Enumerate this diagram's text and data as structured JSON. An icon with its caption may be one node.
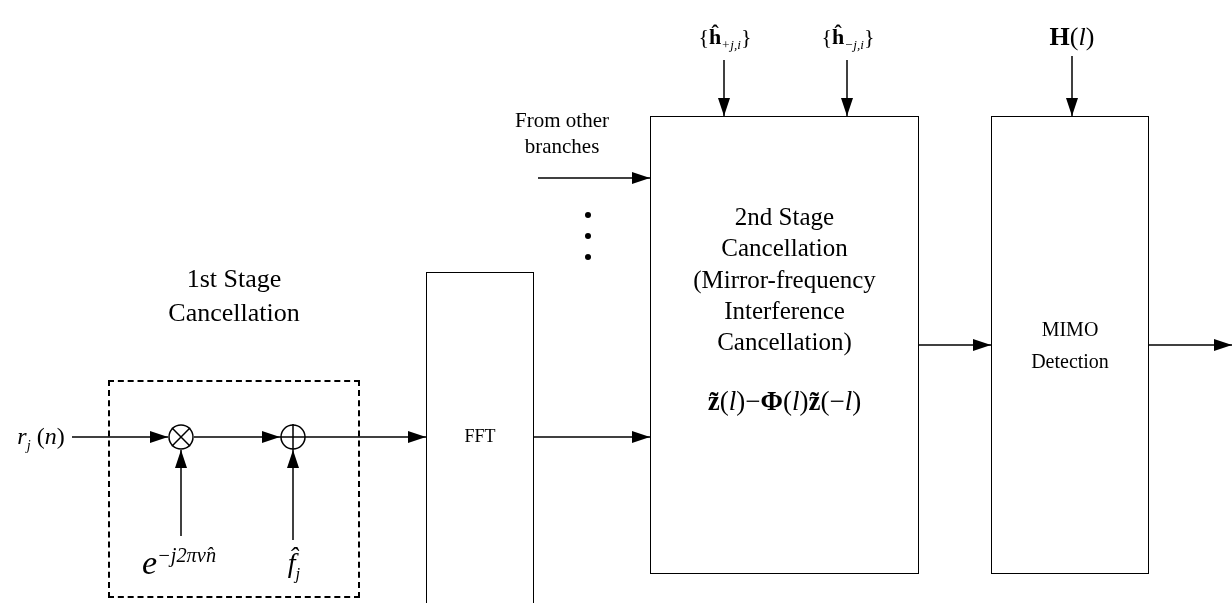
{
  "diagram": {
    "nodes": [
      {
        "text": [
          "1st Stage Cancellation"
        ]
      },
      {
        "text": [],
        "shape": "circle",
        "in": 0
      },
      {
        "text": [],
        "shape": "circle",
        "in": 0
      },
      {
        "text": [
          "*r*$_{j}$ (*n*)"
        ]
      },
      {
        "text": [
          "*e*$^{−j2πν̂n}$"
        ],
        "in": 0
      },
      {
        "text": [
          "*f̂*$_{j}$"
        ],
        "in": 0
      },
      {
        "text": [
          "FFT"
        ]
      },
      {
        "text": [
          "From other branches"
        ]
      },
      {
        "text": [
          "2nd Stage Cancellation (Mirror-frequency Interference Cancellation)",
          "**z̃**(*l*)−**Φ**(*l*)**z̃**(−*l*)"
        ]
      },
      {
        "text": [
          "{**ĥ**$_{+j,i}$}"
        ]
      },
      {
        "text": [
          "{**ĥ**$_{−j,i}$}"
        ]
      },
      {
        "text": [
          "MIMO Detection"
        ]
      },
      {
        "text": [
          "**H**(*l*)"
        ]
      }
    ],
    "edges": [
      {
        "from": 3,
        "to": 1,
        "arrow": "to"
      },
      {
        "from": 4,
        "to": 1,
        "arrow": "to"
      },
      {
        "from": 1,
        "to": 2,
        "arrow": "to"
      },
      {
        "from": 5,
        "to": 2,
        "arrow": "to"
      },
      {
        "from": 2,
        "to": 6,
        "arrow": "to"
      },
      {
        "from": 6,
        "to": 8,
        "arrow": "to"
      },
      {
        "from": 7,
        "to": 8,
        "arrow": "to"
      },
      {
        "from": 9,
        "to": 8,
        "arrow": "to"
      },
      {
        "from": 10,
        "to": 8,
        "arrow": "to"
      },
      {
        "from": 12,
        "to": 11,
        "arrow": "to"
      },
      {
        "from": 8,
        "to": 11,
        "arrow": "to"
      },
      {
        "from": 11,
        "to": null,
        "arrow": "to"
      }
    ]
  }
}
